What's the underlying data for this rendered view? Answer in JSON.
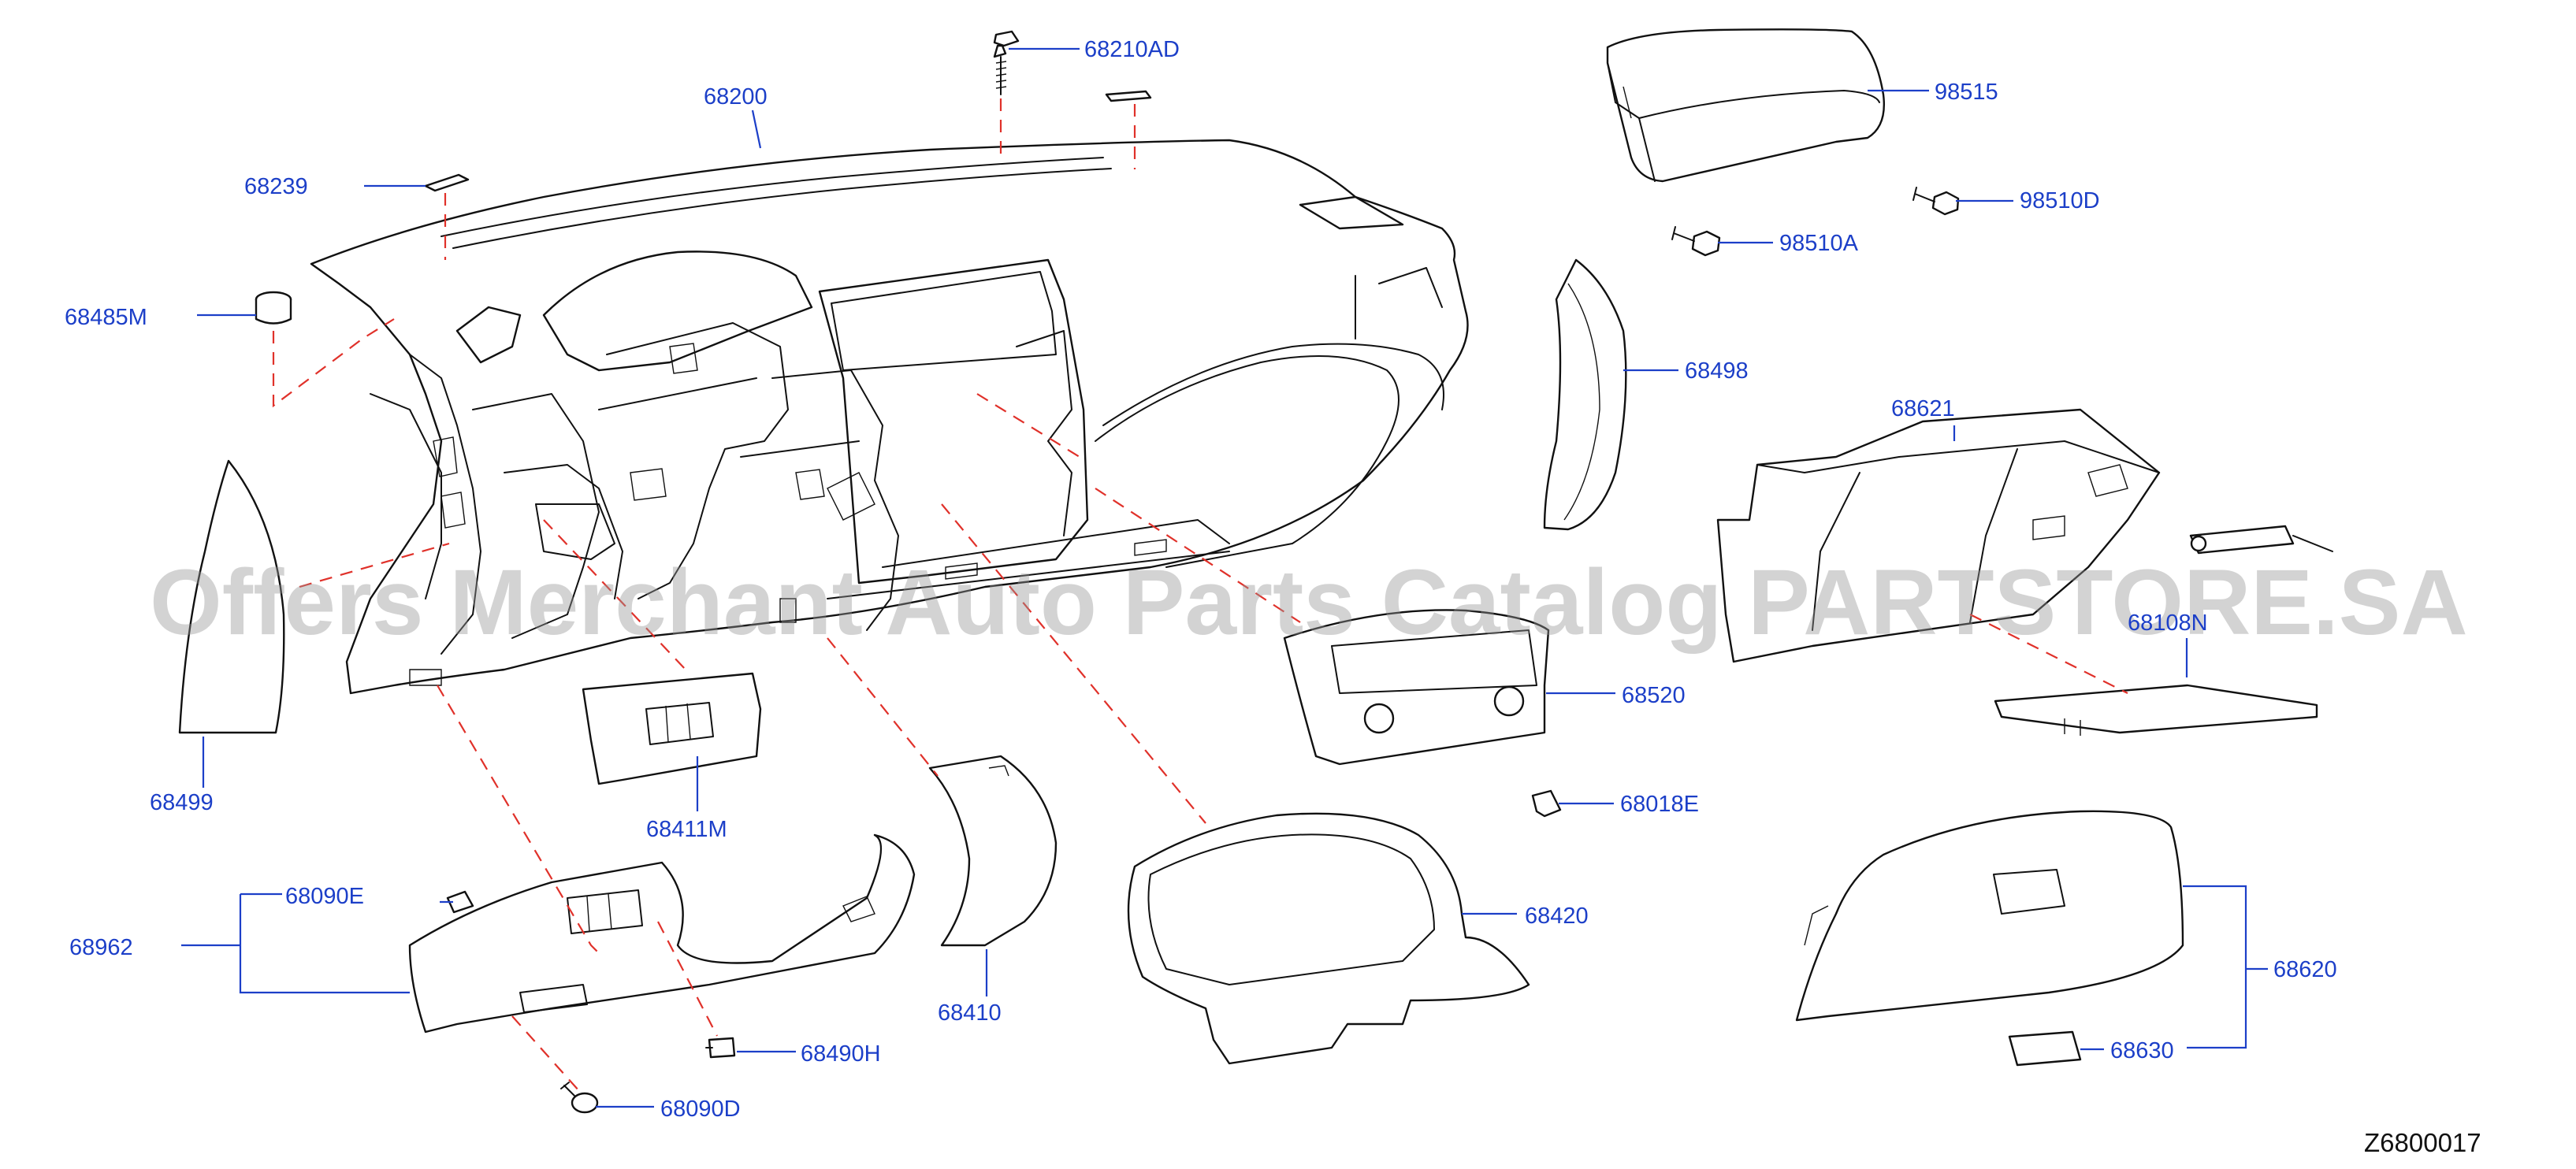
{
  "watermark": "Offers Merchant Auto Parts Catalog PARTSTORE.SA",
  "diagram_code": "Z6800017",
  "parts": {
    "p68200": "68200",
    "p68210AD": "68210AD",
    "p68239": "68239",
    "p68485M": "68485M",
    "p68499": "68499",
    "p98515": "98515",
    "p98510D": "98510D",
    "p98510A": "98510A",
    "p68498": "68498",
    "p68621": "68621",
    "p68108N": "68108N",
    "p68520": "68520",
    "p68411M": "68411M",
    "p68018E": "68018E",
    "p68090E": "68090E",
    "p68962": "68962",
    "p68420": "68420",
    "p68410": "68410",
    "p68620": "68620",
    "p68490H": "68490H",
    "p68630": "68630",
    "p68090D": "68090D"
  }
}
